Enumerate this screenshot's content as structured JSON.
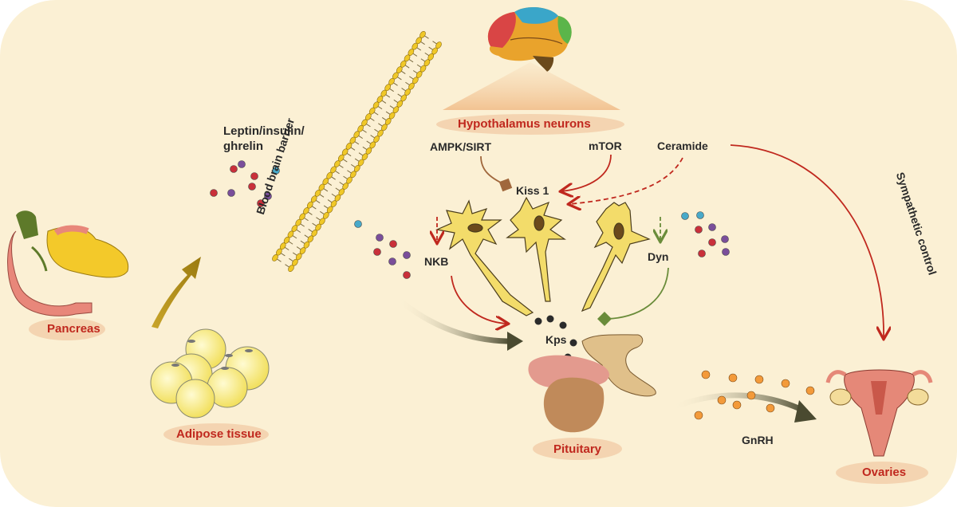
{
  "labels": {
    "hypothalamus": "Hypothalamus neurons",
    "hormones": "Leptin/insulin/\nghrelin",
    "bbb": "Blood brain barrier",
    "ampk": "AMPK/SIRT",
    "mtor": "mTOR",
    "ceramide": "Ceramide",
    "kiss": "Kiss 1",
    "nkb": "NKB",
    "dyn": "Dyn",
    "kps": "Kps",
    "sympathetic": "Sympathetic control",
    "pancreas": "Pancreas",
    "adipose": "Adipose tissue",
    "pituitary": "Pituitary",
    "gnrh": "GnRH",
    "ovaries": "Ovaries"
  },
  "colors": {
    "background": "#fbf0d4",
    "red_arrow": "#c0281e",
    "green_arrow": "#6a8c3a",
    "brown_arrow": "#a0673c",
    "neuron": "#f3dc6a",
    "neuron_outline": "#4a3c1c",
    "orange_dot": "#f39a3a",
    "black_dot": "#2b2b2b"
  }
}
